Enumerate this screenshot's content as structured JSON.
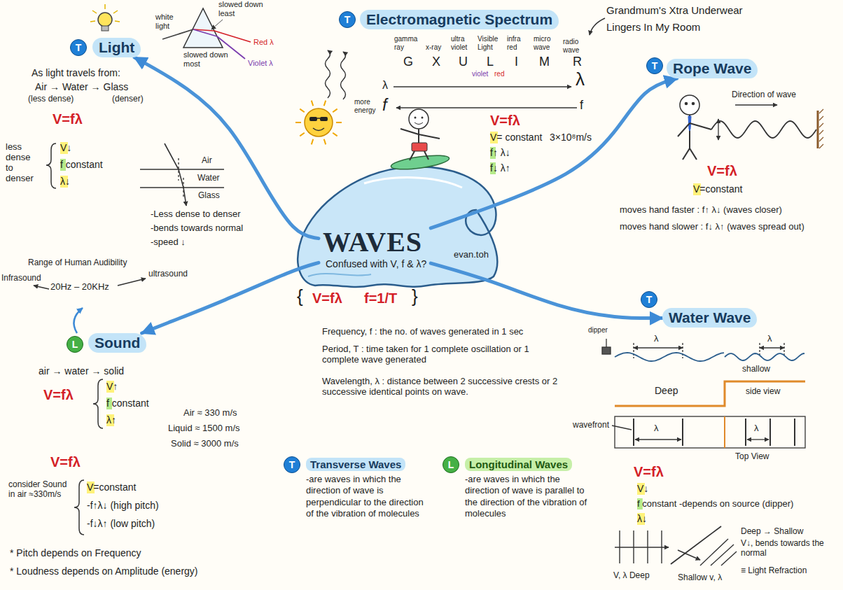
{
  "diagram": {
    "nodes": [
      {
        "text": [
          "T"
        ]
      },
      {
        "text": [
          "Light"
        ]
      },
      {
        "text": [
          "T"
        ]
      },
      {
        "text": [
          "Electromagnetic Spectrum"
        ]
      },
      {
        "text": [
          "T"
        ]
      },
      {
        "text": [
          "Rope Wave"
        ]
      },
      {
        "text": [
          "WAVES",
          "Confused with V, f & λ?"
        ]
      },
      {
        "text": [
          "L"
        ]
      },
      {
        "text": [
          "Sound"
        ]
      },
      {
        "text": [
          "T"
        ]
      },
      {
        "text": [
          "Water Wave"
        ]
      },
      {
        "text": [
          "T"
        ]
      },
      {
        "text": [
          "Transverse Waves",
          "-are waves in which the direction of wave is perpendicular to the direction of the vibration of molecules"
        ]
      },
      {
        "text": [
          "L"
        ]
      },
      {
        "text": [
          "Longitudinal Waves",
          "-are waves in which the direction of wave is parallel to the direction of the vibration of molecules"
        ]
      }
    ],
    "edges": [
      {
        "from": 6,
        "to": 1,
        "arrow": "to"
      },
      {
        "from": 6,
        "to": 8,
        "arrow": "to"
      },
      {
        "from": 6,
        "to": 5,
        "arrow": "to"
      },
      {
        "from": 6,
        "to": 10,
        "arrow": "to"
      }
    ],
    "labels": [
      "As light travels from:",
      "Air → Water → Glass",
      "(less dense)",
      "(denser)",
      "V=fλ",
      "less dense to denser",
      "V↓",
      "f constant",
      "λ↓",
      "Air",
      "Water",
      "Glass",
      "-Less dense to denser",
      "-bends towards normal",
      "-speed ↓",
      "white light",
      "slowed down least",
      "Red λ",
      "Violet λ",
      "slowed down most",
      "gamma ray",
      "x-ray",
      "ultra violet",
      "Visible Light",
      "infra red",
      "micro wave",
      "radio wave",
      "G",
      "X",
      "U",
      "L",
      "I",
      "M",
      "R",
      "violet",
      "red",
      "λ",
      "λ",
      "more energy",
      "f",
      "f",
      "Grandmum's Xtra Underwear",
      "Lingers In My Room",
      "V=fλ",
      "V= constant",
      "3×10⁸m/s",
      "f↑ λ↓",
      "f↓ λ↑",
      "Direction of wave",
      "V=fλ",
      "V=constant",
      "moves hand faster : f↑ λ↓ (waves closer)",
      "moves hand slower : f↓ λ↑ (waves spread out)",
      "dipper",
      "λ",
      "λ",
      "shallow",
      "Deep",
      "side view",
      "wavefront",
      "λ",
      "λ",
      "Top View",
      "V=fλ",
      "V↓",
      "f constant -depends on source (dipper)",
      "λ↓",
      "Deep → Shallow",
      "V↓, bends towards the normal",
      "≡ Light Refraction",
      "V, λ Deep",
      "Shallow v, λ",
      "Range of Human Audibility",
      "Infrasound",
      "20Hz – 20KHz",
      "ultrasound",
      "air → water → solid",
      "V=fλ",
      "V↑",
      "f constant",
      "λ↑",
      "Air ≈ 330 m/s",
      "Liquid ≈ 1500 m/s",
      "Solid ≈ 3000 m/s",
      "V=fλ",
      "consider Sound in air ≈330m/s",
      "V=constant",
      "-f↑λ↓ (high pitch)",
      "-f↓λ↑ (low pitch)",
      "* Pitch depends on Frequency",
      "* Loudness depends on Amplitude (energy)",
      "evan.toh",
      "{",
      "V=fλ",
      "f=1/T",
      "}",
      "Frequency, f : the no. of waves generated in 1 sec",
      "Period, T : time taken for 1 complete oscillation or 1 complete wave generated",
      "Wavelength, λ : distance between 2 successive crests or 2 successive identical points on wave."
    ]
  }
}
